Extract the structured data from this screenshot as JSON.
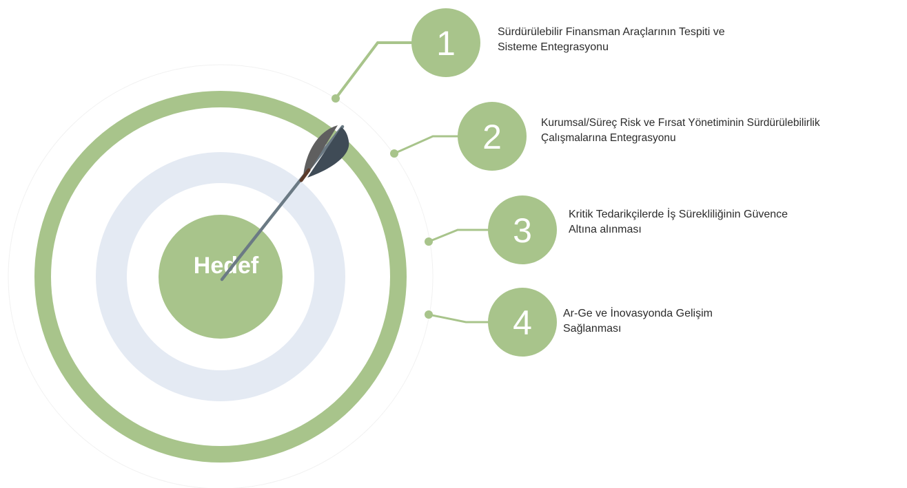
{
  "center_label": "Hedef",
  "colors": {
    "green": "#a8c48b",
    "light_blue": "#e4eaf3",
    "white": "#ffffff",
    "outer_ring": "#f1f1f1",
    "arrow_shaft": "#6b7a84",
    "fletch_dark": "#5f5f5f",
    "fletch_slate": "#3f4b56",
    "text": "#2b2b2b"
  },
  "items": [
    {
      "number": "1",
      "line1": "Sürdürülebilir Finansman Araçlarının Tespiti ve",
      "line2": "Sisteme Entegrasyonu"
    },
    {
      "number": "2",
      "line1": "Kurumsal/Süreç Risk ve Fırsat Yönetiminin Sürdürülebilirlik",
      "line2": "Çalışmalarına Entegrasyonu"
    },
    {
      "number": "3",
      "line1": "Kritik Tedarikçilerde İş Sürekliliğinin Güvence",
      "line2": "Altına alınması"
    },
    {
      "number": "4",
      "line1": "Ar-Ge ve İnovasyonda Gelişim",
      "line2": "Sağlanması"
    }
  ]
}
